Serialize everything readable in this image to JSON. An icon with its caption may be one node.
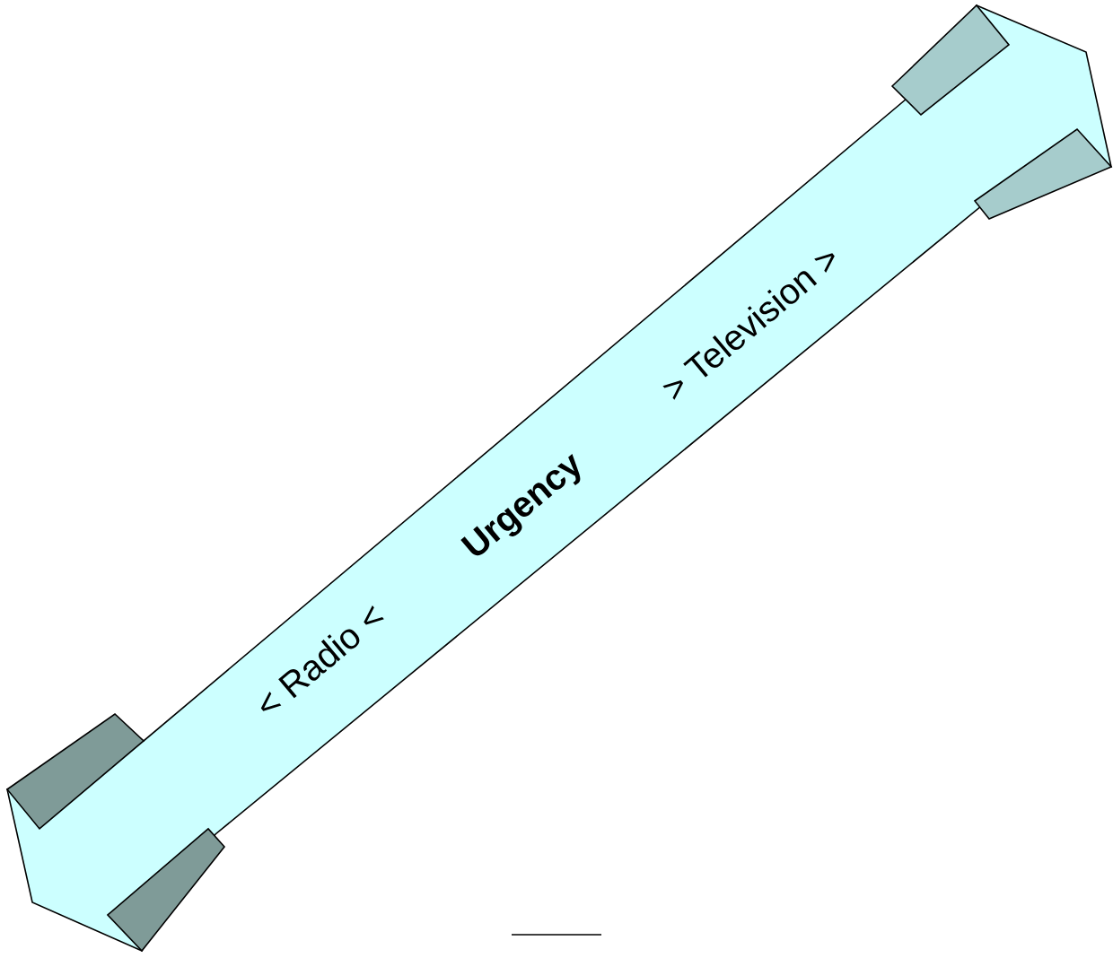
{
  "diagram": {
    "nodes": [
      {
        "text": [
          "< Radio <",
          "Urgency",
          "> Television >"
        ]
      }
    ]
  }
}
